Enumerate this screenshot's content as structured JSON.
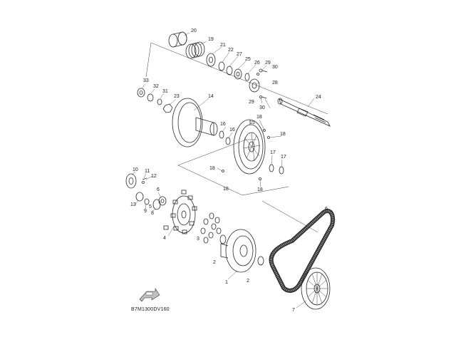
{
  "callouts": {
    "c1": "1",
    "c2a": "2",
    "c2b": "2",
    "c3": "3",
    "c4": "4",
    "c5": "5",
    "c6": "6",
    "c7": "7",
    "c8": "8",
    "c9": "9",
    "c10": "10",
    "c11": "11",
    "c12": "12",
    "c13": "13",
    "c14": "14",
    "c15": "15",
    "c16a": "16",
    "c16b": "16",
    "c17a": "17",
    "c17b": "17",
    "c18a": "18",
    "c18b": "18",
    "c18c": "18",
    "c18d": "18",
    "c18e": "18",
    "c19": "19",
    "c20": "20",
    "c21": "21",
    "c22": "22",
    "c23": "23",
    "c24": "24",
    "c25": "25",
    "c26": "26",
    "c27": "27",
    "c28": "28",
    "c29a": "29",
    "c29b": "29",
    "c30a": "30",
    "c30b": "30",
    "c31": "31",
    "c32": "32",
    "c33": "33"
  },
  "diagram_code": "B7M1300DV160",
  "colors": {
    "ink": "#2a2a2a",
    "face": "#cfcfcf",
    "face_dark": "#8a8a8a",
    "background": "#ffffff"
  },
  "icons": {
    "front_arrow": "front-arrow-icon"
  }
}
